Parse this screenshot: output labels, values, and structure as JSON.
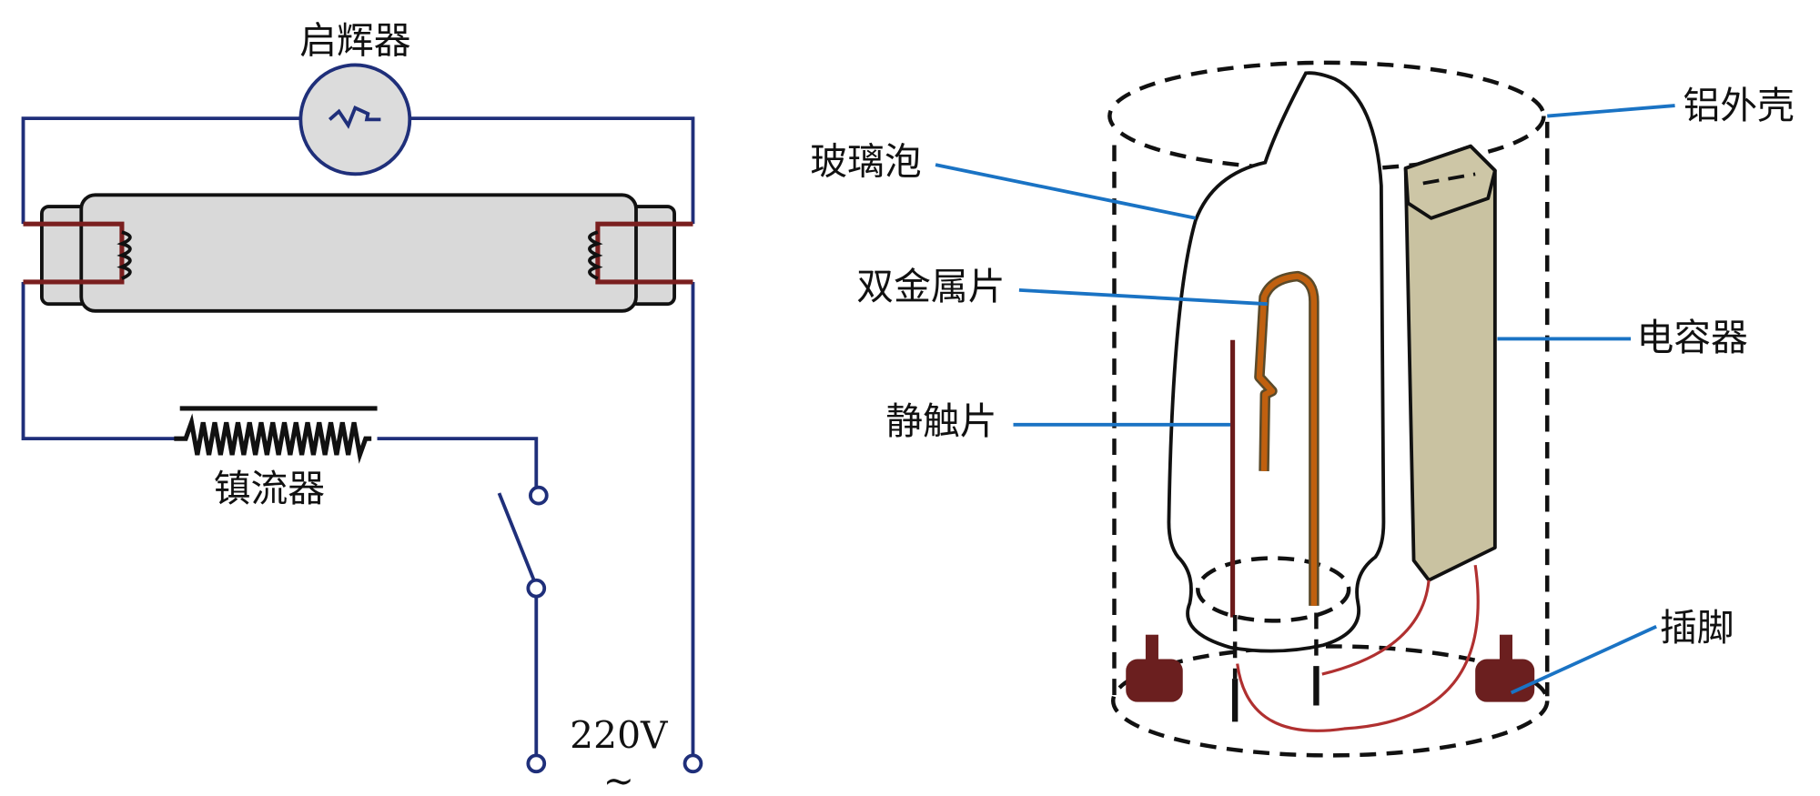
{
  "circuit": {
    "starter_label": "启辉器",
    "ballast_label": "镇流器",
    "voltage_label": "220V",
    "ac_symbol": "~"
  },
  "starter_structure": {
    "labels": {
      "glass_bulb": "玻璃泡",
      "bimetal_strip": "双金属片",
      "static_contact": "静触片",
      "aluminum_shell": "铝外壳",
      "capacitor": "电容器",
      "pins": "插脚"
    }
  },
  "colors": {
    "wire": "#1f2f7a",
    "leader_line": "#1a73c4",
    "pin": "#6b1f1f",
    "bimetal": "#b5560f",
    "capacitor": "#c9c2a1",
    "tube": "#d9d9d9",
    "lead_wire": "#b03030"
  }
}
